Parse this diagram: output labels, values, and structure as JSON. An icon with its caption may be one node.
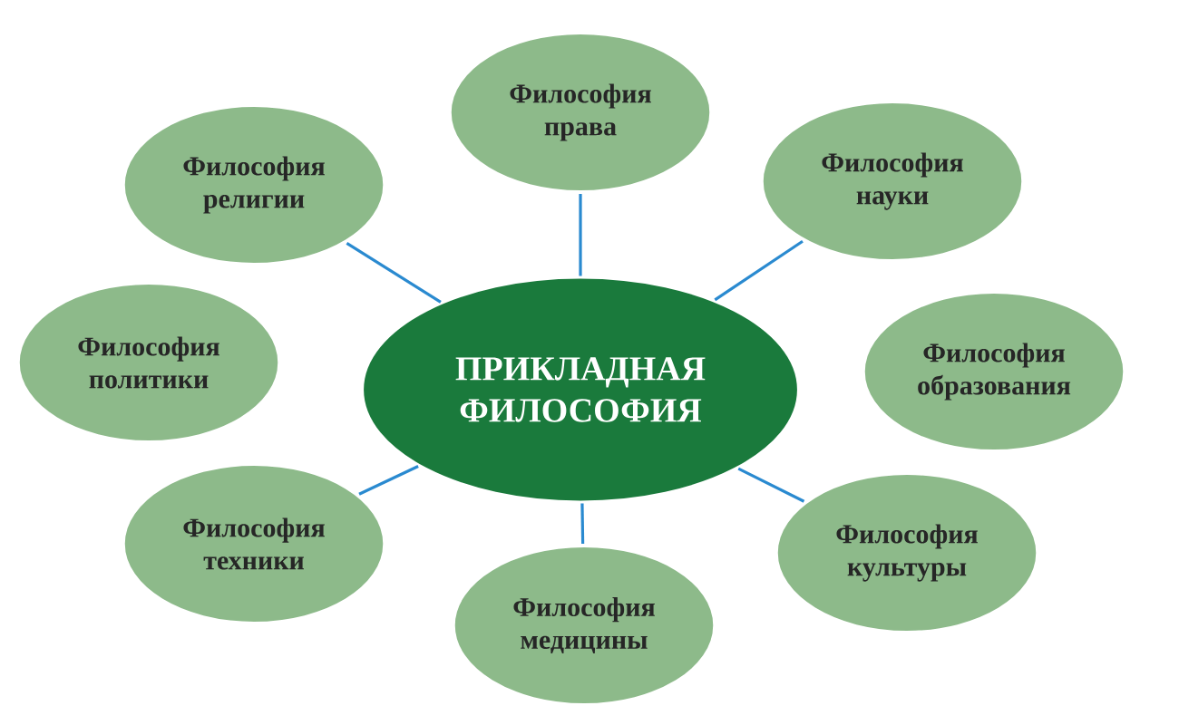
{
  "diagram": {
    "nodes": [
      {
        "text": [
          "Философия права"
        ]
      },
      {
        "text": [
          "Философия религии"
        ]
      },
      {
        "text": [
          "Философия науки"
        ]
      },
      {
        "text": [
          "ПРИКЛАДНАЯ ФИЛОСОФИЯ"
        ]
      },
      {
        "text": [
          "Философия политики"
        ]
      },
      {
        "text": [
          "Философия образования"
        ]
      },
      {
        "text": [
          "Философия техники"
        ]
      },
      {
        "text": [
          "Философия культуры"
        ]
      },
      {
        "text": [
          "Философия медицины"
        ]
      }
    ],
    "edges": [
      {
        "from": 3,
        "to": 0,
        "arrow": "none"
      },
      {
        "from": 3,
        "to": 1,
        "arrow": "none"
      },
      {
        "from": 3,
        "to": 2,
        "arrow": "none"
      },
      {
        "from": 3,
        "to": 6,
        "arrow": "none"
      },
      {
        "from": 3,
        "to": 7,
        "arrow": "none"
      },
      {
        "from": 3,
        "to": 8,
        "arrow": "none"
      }
    ]
  }
}
